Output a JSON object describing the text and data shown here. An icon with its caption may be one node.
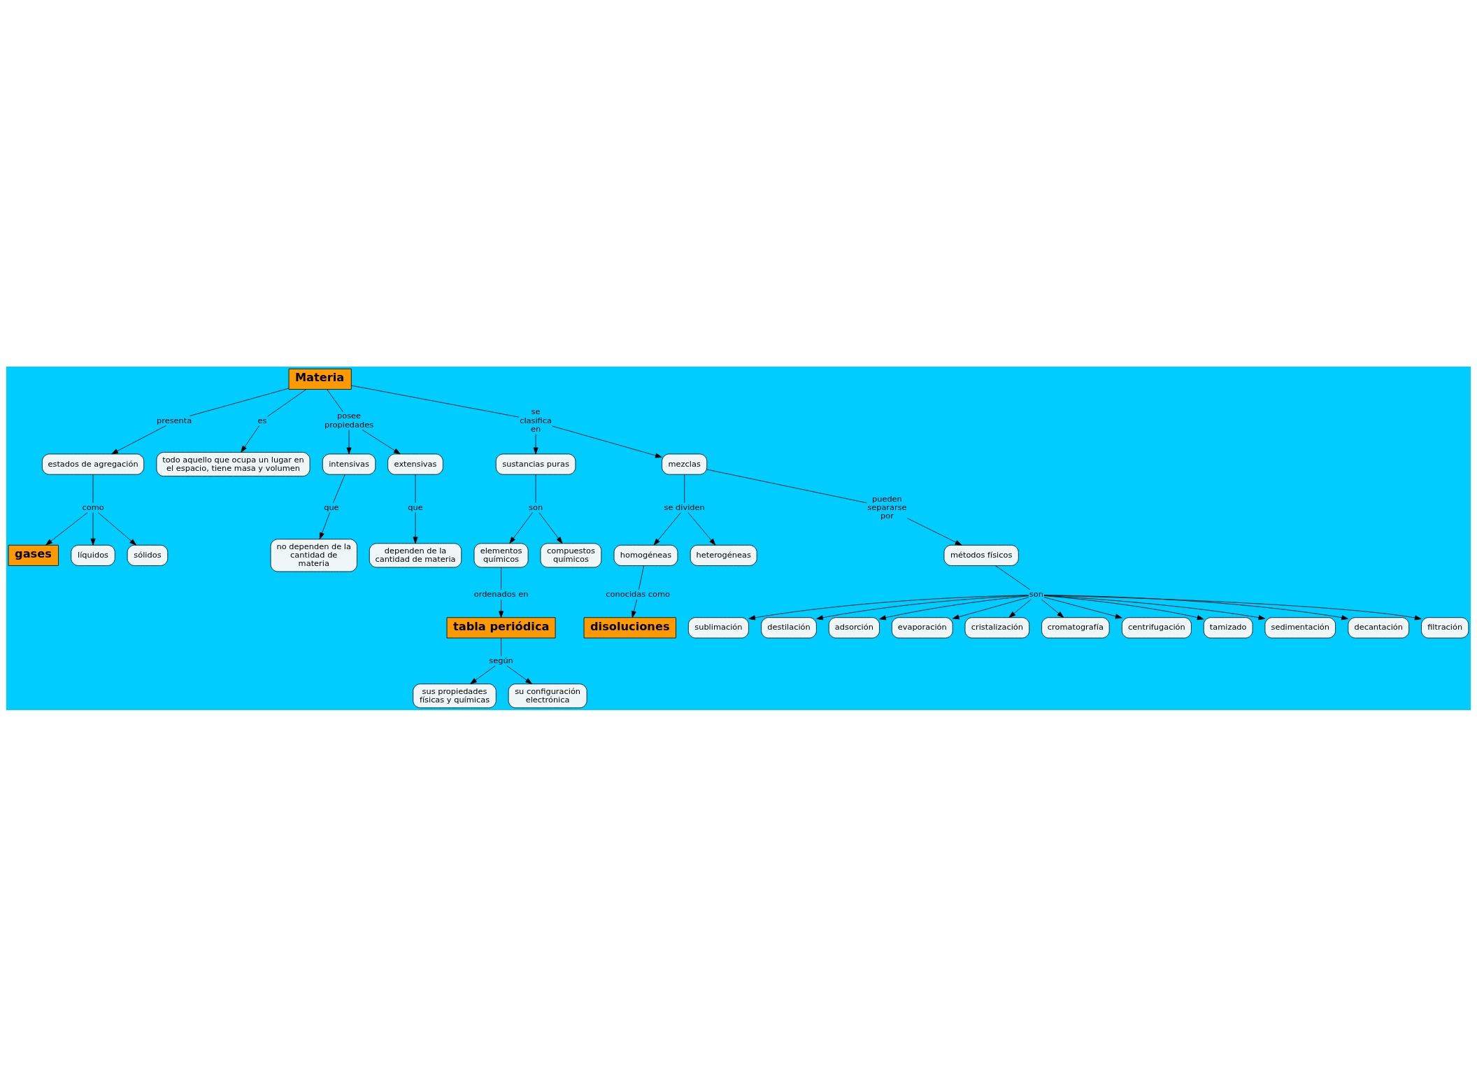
{
  "diagram": {
    "nodes": [
      {
        "text": [
          "Materia"
        ]
      },
      {
        "text": [
          "presenta"
        ]
      },
      {
        "text": [
          "estados de agregación"
        ]
      },
      {
        "text": [
          "es"
        ]
      },
      {
        "text": [
          "todo aquello que ocupa un lugar en el espacio, tiene masa y volumen"
        ]
      },
      {
        "text": [
          "como"
        ]
      },
      {
        "text": [
          "gases"
        ]
      },
      {
        "text": [
          "líquidos"
        ]
      },
      {
        "text": [
          "sólidos"
        ]
      },
      {
        "text": [
          "posee propiedades"
        ]
      },
      {
        "text": [
          "se clasifica en"
        ]
      },
      {
        "text": [
          "sustancias puras"
        ]
      },
      {
        "text": [
          "elementos químicos"
        ]
      },
      {
        "text": [
          "son"
        ]
      },
      {
        "text": [
          "compuestos químicos"
        ]
      },
      {
        "text": [
          "ordenados en"
        ]
      },
      {
        "text": [
          "intensivas"
        ]
      },
      {
        "text": [
          "extensivas"
        ]
      },
      {
        "text": [
          "mezclas"
        ]
      },
      {
        "text": [
          "se dividen"
        ]
      },
      {
        "text": [
          "que"
        ]
      },
      {
        "text": [
          "que"
        ]
      },
      {
        "text": [
          "homogéneas"
        ]
      },
      {
        "text": [
          "heterogéneas"
        ]
      },
      {
        "text": [
          "no dependen de la cantidad de materia"
        ]
      },
      {
        "text": [
          "dependen de la cantidad de materia"
        ]
      },
      {
        "text": [
          "pueden separarse por"
        ]
      },
      {
        "text": [
          "conocidas como"
        ]
      },
      {
        "text": [
          "disoluciones"
        ]
      },
      {
        "text": [
          "tabla periódica"
        ]
      },
      {
        "text": [
          "métodos físicos"
        ]
      },
      {
        "text": [
          "según"
        ]
      },
      {
        "text": [
          "sus propiedades físicas y químicas"
        ]
      },
      {
        "text": [
          "su configuración electrónica"
        ]
      },
      {
        "text": [
          "son"
        ]
      },
      {
        "text": [
          "sublimación"
        ]
      },
      {
        "text": [
          "destilación"
        ]
      },
      {
        "text": [
          "adsorción"
        ]
      },
      {
        "text": [
          "evaporación"
        ]
      },
      {
        "text": [
          "cristalización"
        ]
      },
      {
        "text": [
          "cromatografía"
        ]
      },
      {
        "text": [
          "centrifugación"
        ]
      },
      {
        "text": [
          "tamizado"
        ]
      },
      {
        "text": [
          "sedimentación"
        ]
      },
      {
        "text": [
          "decantación"
        ]
      },
      {
        "text": [
          "filtración"
        ]
      }
    ],
    "edges": [
      {
        "from": 0,
        "to": 1,
        "arrow": "none"
      },
      {
        "from": 1,
        "to": 2,
        "arrow": "to"
      },
      {
        "from": 0,
        "to": 3,
        "arrow": "none"
      },
      {
        "from": 3,
        "to": 4,
        "arrow": "to"
      },
      {
        "from": 2,
        "to": 5,
        "arrow": "none"
      },
      {
        "from": 5,
        "to": 6,
        "arrow": "to"
      },
      {
        "from": 5,
        "to": 7,
        "arrow": "to"
      },
      {
        "from": 5,
        "to": 8,
        "arrow": "to"
      },
      {
        "from": 0,
        "to": 9,
        "arrow": "none"
      },
      {
        "from": 9,
        "to": 16,
        "arrow": "to"
      },
      {
        "from": 9,
        "to": 17,
        "arrow": "to"
      },
      {
        "from": 0,
        "to": 10,
        "arrow": "none"
      },
      {
        "from": 10,
        "to": 11,
        "arrow": "to"
      },
      {
        "from": 10,
        "to": 18,
        "arrow": "to"
      },
      {
        "from": 11,
        "to": 13,
        "arrow": "none"
      },
      {
        "from": 13,
        "to": 12,
        "arrow": "to"
      },
      {
        "from": 13,
        "to": 14,
        "arrow": "to"
      },
      {
        "from": 12,
        "to": 15,
        "arrow": "none"
      },
      {
        "from": 15,
        "to": 29,
        "arrow": "to"
      },
      {
        "from": 16,
        "to": 20,
        "arrow": "none"
      },
      {
        "from": 20,
        "to": 24,
        "arrow": "to"
      },
      {
        "from": 17,
        "to": 21,
        "arrow": "none"
      },
      {
        "from": 21,
        "to": 25,
        "arrow": "to"
      },
      {
        "from": 18,
        "to": 19,
        "arrow": "none"
      },
      {
        "from": 19,
        "to": 22,
        "arrow": "to"
      },
      {
        "from": 19,
        "to": 23,
        "arrow": "to"
      },
      {
        "from": 18,
        "to": 26,
        "arrow": "none"
      },
      {
        "from": 26,
        "to": 30,
        "arrow": "to"
      },
      {
        "from": 22,
        "to": 27,
        "arrow": "none"
      },
      {
        "from": 27,
        "to": 28,
        "arrow": "to"
      },
      {
        "from": 29,
        "to": 31,
        "arrow": "none"
      },
      {
        "from": 31,
        "to": 32,
        "arrow": "to"
      },
      {
        "from": 31,
        "to": 33,
        "arrow": "to"
      },
      {
        "from": 30,
        "to": 34,
        "arrow": "none"
      },
      {
        "from": 34,
        "to": 35,
        "arrow": "to"
      },
      {
        "from": 34,
        "to": 36,
        "arrow": "to"
      },
      {
        "from": 34,
        "to": 37,
        "arrow": "to"
      },
      {
        "from": 34,
        "to": 38,
        "arrow": "to"
      },
      {
        "from": 34,
        "to": 39,
        "arrow": "to"
      },
      {
        "from": 34,
        "to": 40,
        "arrow": "to"
      },
      {
        "from": 34,
        "to": 41,
        "arrow": "to"
      },
      {
        "from": 34,
        "to": 42,
        "arrow": "to"
      },
      {
        "from": 34,
        "to": 43,
        "arrow": "to"
      },
      {
        "from": 34,
        "to": 44,
        "arrow": "to"
      },
      {
        "from": 34,
        "to": 45,
        "arrow": "to"
      }
    ]
  }
}
